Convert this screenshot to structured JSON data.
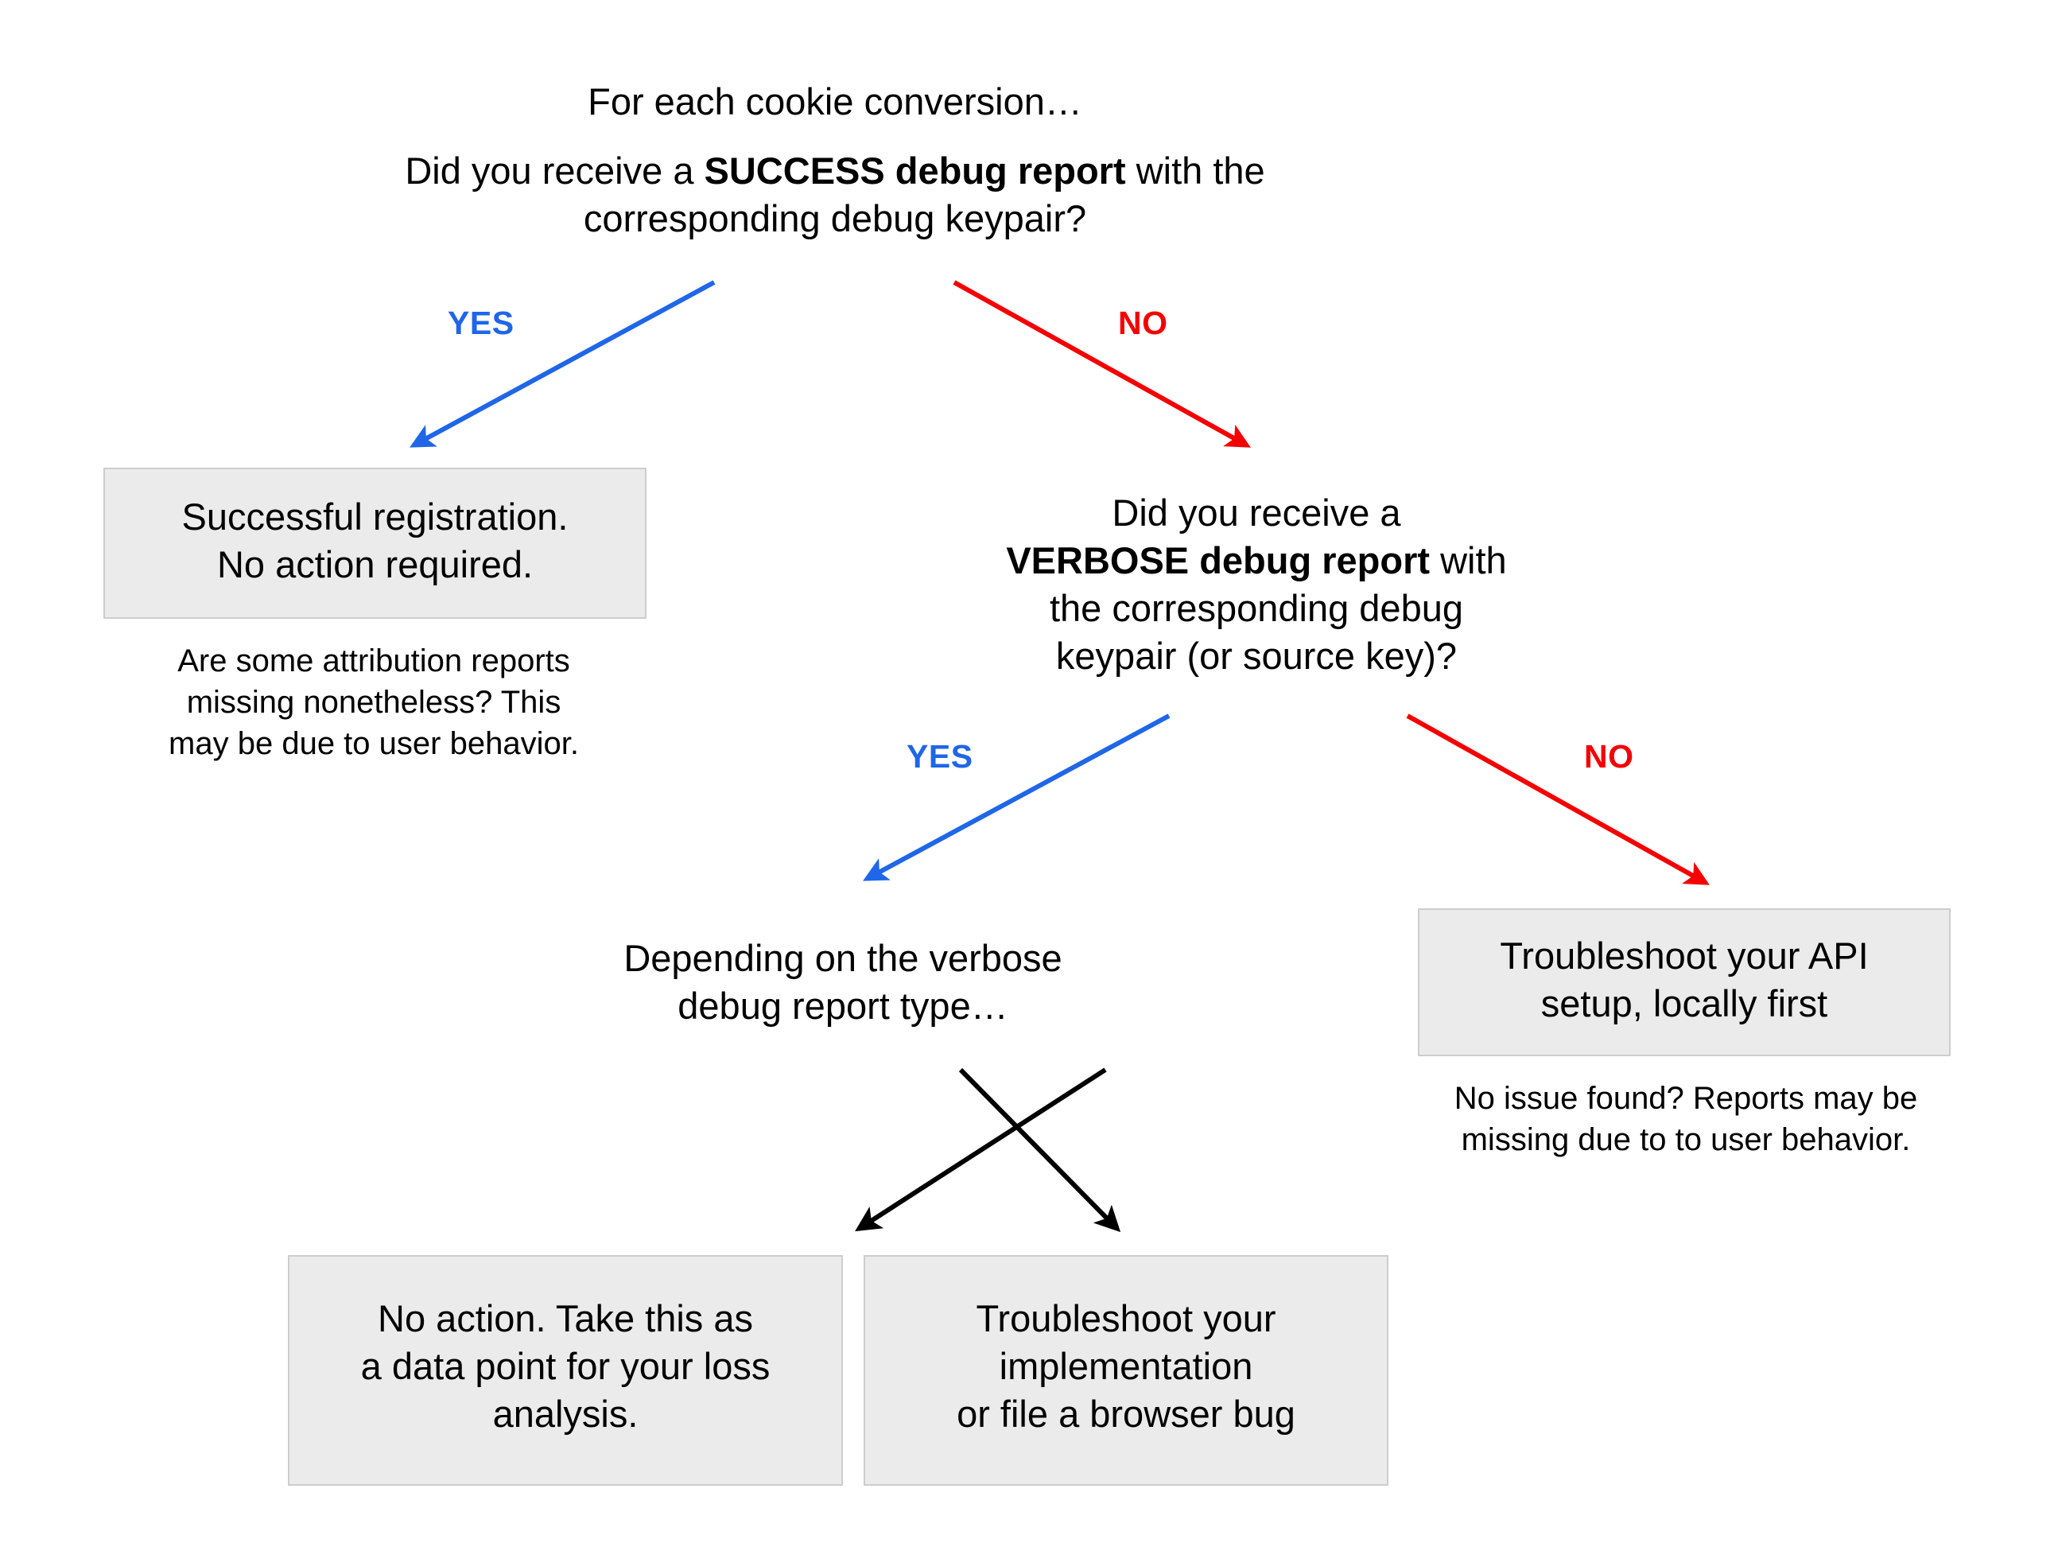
{
  "diagram": {
    "title": "Cookie conversion debug report troubleshooting decision tree",
    "colors": {
      "yes_edge": "#1f66e8",
      "no_edge": "#f50000",
      "neutral_edge": "#000000",
      "box_fill": "#ebebeb",
      "box_border": "#cdcdcd",
      "text": "#000000",
      "background": "#ffffff"
    }
  },
  "nodes": {
    "eyebrow": "For each cookie conversion…",
    "question_1": {
      "part_1": "Did you receive a ",
      "emphasis": "SUCCESS debug report",
      "part_2": " with the",
      "line_2": "corresponding debug keypair?"
    },
    "outcome_success": {
      "line_1": "Successful registration.",
      "line_2": "No action required."
    },
    "caption_success": {
      "line_1": "Are some attribution reports",
      "line_2": "missing nonetheless? This",
      "line_3": "may be due to user behavior."
    },
    "question_2": {
      "line_1": "Did you receive a",
      "emphasis": "VERBOSE debug report",
      "part_after": " with",
      "line_3": "the corresponding debug",
      "line_4": "keypair (or source key)?"
    },
    "branch_verbose": {
      "line_1": "Depending on the verbose",
      "line_2": "debug report type…"
    },
    "outcome_no_action": {
      "line_1": "No action. Take this as",
      "line_2": "a data point for your loss",
      "line_3": "analysis."
    },
    "outcome_troubleshoot_impl": {
      "line_1": "Troubleshoot your",
      "line_2": "implementation",
      "line_3": "or file a browser bug"
    },
    "outcome_troubleshoot_api": {
      "line_1": "Troubleshoot your API",
      "line_2": "setup, locally first"
    },
    "caption_api": {
      "line_1": "No issue found? Reports may be",
      "line_2": "missing due to to user behavior."
    }
  },
  "edges": {
    "q1_yes": "YES",
    "q1_no": "NO",
    "q2_yes": "YES",
    "q2_no": "NO"
  }
}
